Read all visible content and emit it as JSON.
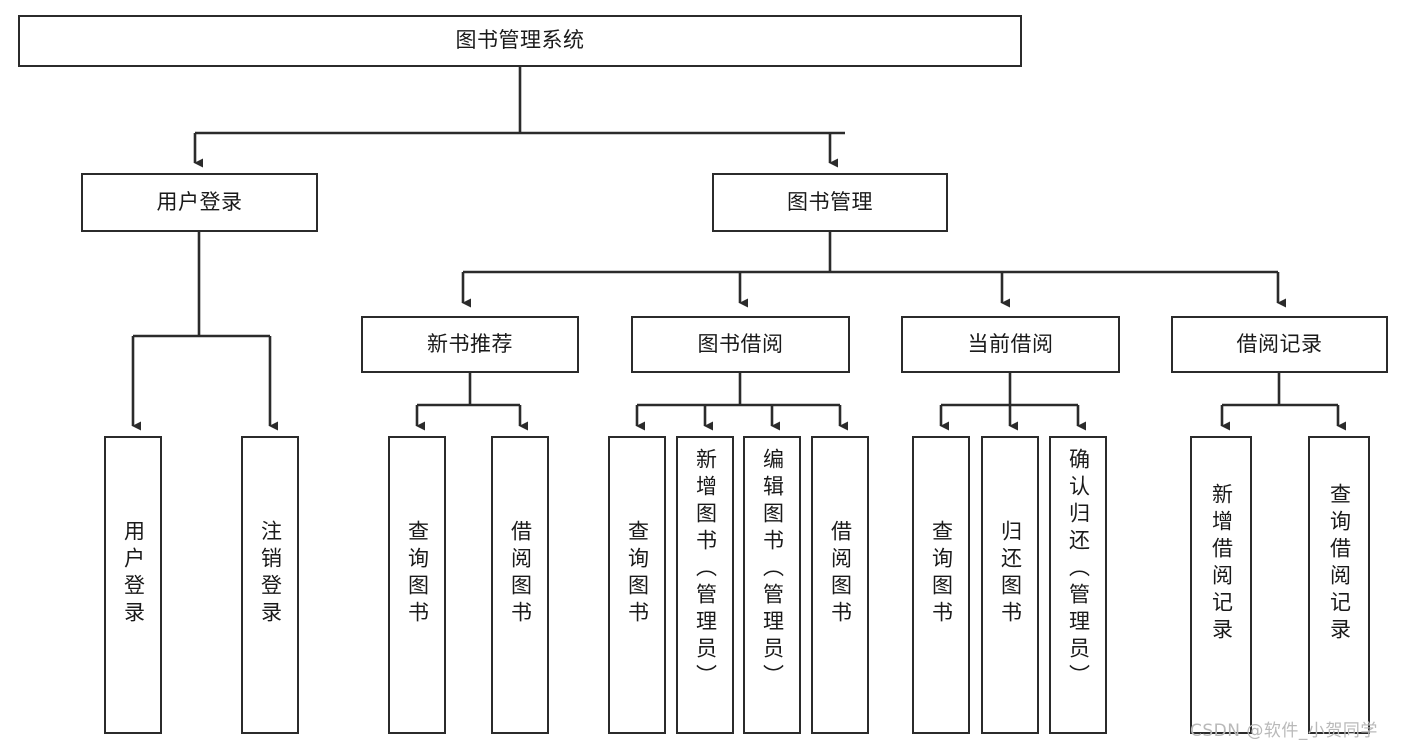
{
  "diagram": {
    "type": "tree",
    "title": "图书管理系统",
    "colors": {
      "stroke": "#2b2b2b",
      "fill": "#ffffff",
      "text": "#1a1a1a",
      "watermark": "#b9b9b9"
    },
    "root": {
      "label": "图书管理系统"
    },
    "level2": [
      {
        "label": "用户登录"
      },
      {
        "label": "图书管理"
      }
    ],
    "level3": [
      {
        "label": "新书推荐"
      },
      {
        "label": "图书借阅"
      },
      {
        "label": "当前借阅"
      },
      {
        "label": "借阅记录"
      }
    ],
    "leaves_user_login": [
      {
        "label": "用户登录"
      },
      {
        "label": "注销登录"
      }
    ],
    "leaves_new_book": [
      {
        "label": "查询图书"
      },
      {
        "label": "借阅图书"
      }
    ],
    "leaves_borrow": [
      {
        "label": "查询图书"
      },
      {
        "label": "新增图书（管理员）"
      },
      {
        "label": "编辑图书（管理员）"
      },
      {
        "label": "借阅图书"
      }
    ],
    "leaves_current": [
      {
        "label": "查询图书"
      },
      {
        "label": "归还图书"
      },
      {
        "label": "确认归还（管理员）"
      }
    ],
    "leaves_records": [
      {
        "label": "新增借阅记录"
      },
      {
        "label": "查询借阅记录"
      }
    ]
  },
  "watermark": {
    "text": "CSDN @软件_小贺同学"
  }
}
